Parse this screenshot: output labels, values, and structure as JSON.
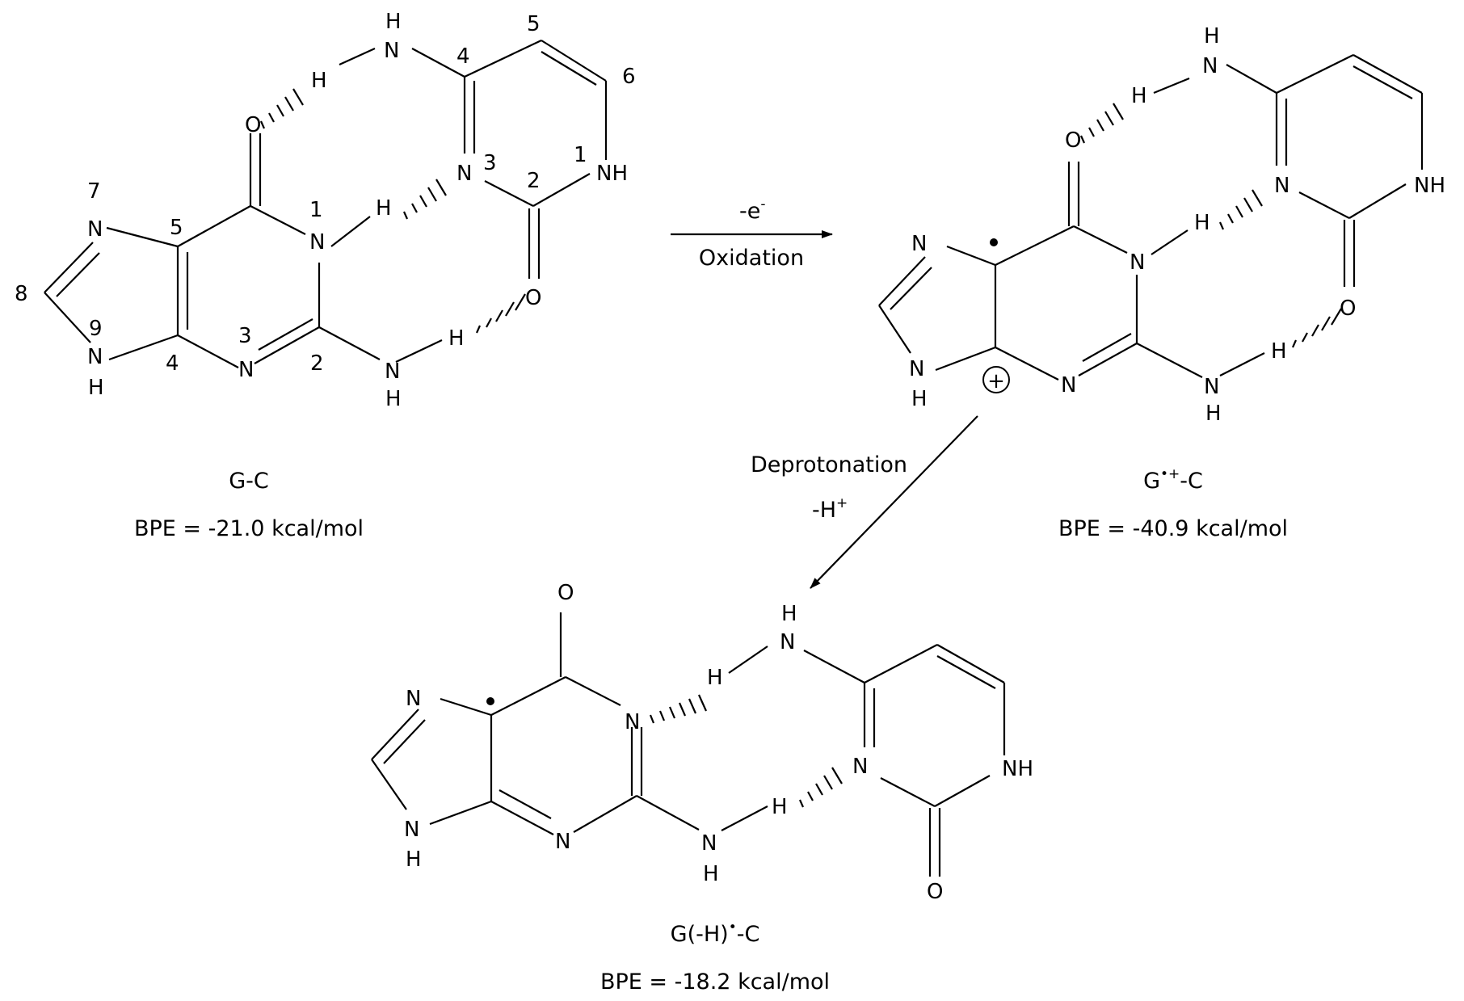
{
  "atoms": {
    "H": "H",
    "N": "N",
    "NH": "NH",
    "O": "O"
  },
  "numbers": {
    "n1": "1",
    "n2": "2",
    "n3": "3",
    "n4": "4",
    "n5": "5",
    "n6": "6",
    "n7": "7",
    "n8": "8",
    "n9": "9"
  },
  "structures": {
    "gc": {
      "name": "G-C",
      "bpe": "BPE = -21.0 kcal/mol"
    },
    "gc_cation": {
      "name_base": "G",
      "name_sup": "•+",
      "name_tail": "-C",
      "bpe": "BPE = -40.9 kcal/mol",
      "charge": "+"
    },
    "gh_c": {
      "name_base": "G(-H)",
      "name_sup": "•",
      "name_tail": "-C",
      "bpe": "BPE = -18.2 kcal/mol"
    }
  },
  "arrows": {
    "oxidation": {
      "electron": "-e",
      "electron_sup": "-",
      "label": "Oxidation"
    },
    "deprotonation": {
      "label": "Deprotonation",
      "proton": "-H",
      "proton_sup": "+"
    }
  }
}
